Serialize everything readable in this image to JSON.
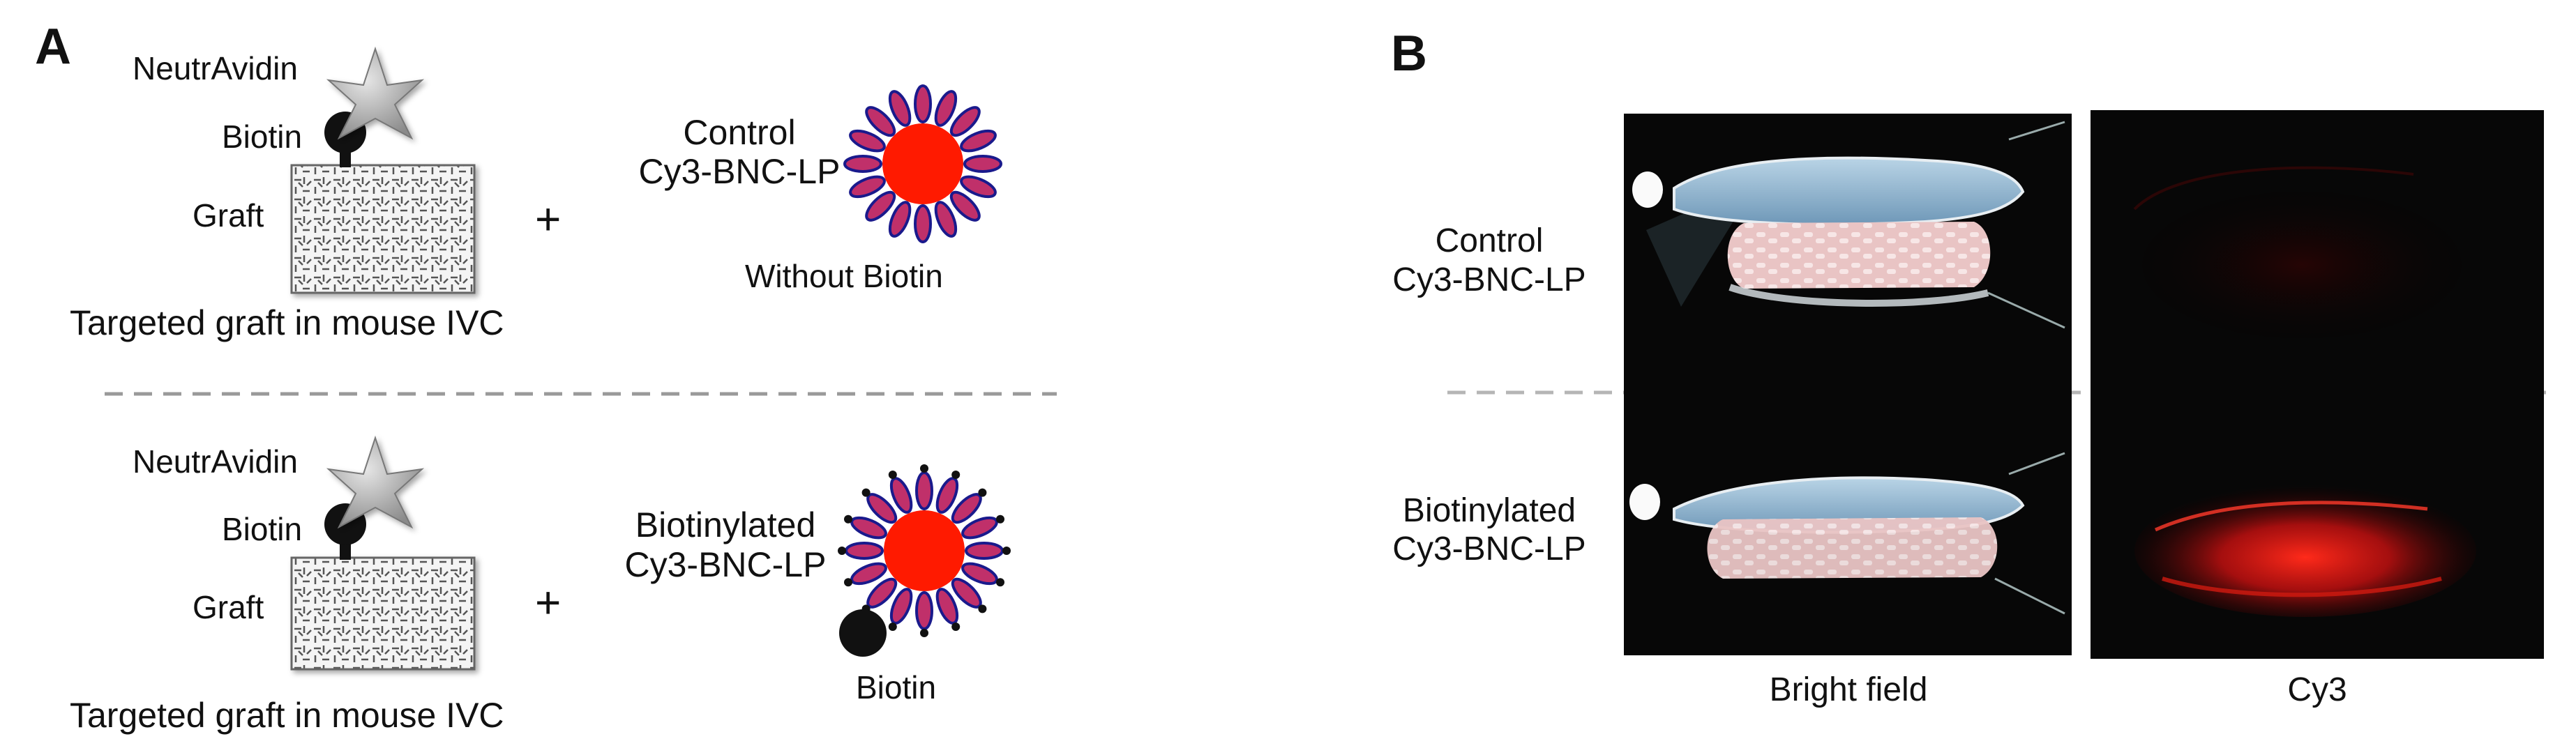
{
  "panels": {
    "a": {
      "letter": "A",
      "top_row": {
        "neutravidin": "NeutrAvidin",
        "biotin": "Biotin",
        "graft": "Graft",
        "plus": "+",
        "caption": "Targeted graft in mouse IVC",
        "particle_name_line1": "Control",
        "particle_name_line2": "Cy3-BNC-LP",
        "particle_note": "Without Biotin"
      },
      "bottom_row": {
        "neutravidin": "NeutrAvidin",
        "biotin": "Biotin",
        "graft": "Graft",
        "plus": "+",
        "caption": "Targeted graft in mouse IVC",
        "particle_name_line1": "Biotinylated",
        "particle_name_line2": "Cy3-BNC-LP",
        "particle_note": "Biotin"
      }
    },
    "b": {
      "letter": "B",
      "row_labels": [
        {
          "line1": "Control",
          "line2": "Cy3-BNC-LP"
        },
        {
          "line1": "Biotinylated",
          "line2": "Cy3-BNC-LP"
        }
      ],
      "column_labels": [
        "Bright field",
        "Cy3"
      ]
    }
  },
  "colors": {
    "particle_core": "#ff1a00",
    "particle_ligand": "#c0306a",
    "particle_shell": "#1a1a8c",
    "neutravidin_star": "#a8a8a8",
    "biotin": "#111111",
    "photo_background": "#070707",
    "cy3_signal": "#e01010"
  }
}
